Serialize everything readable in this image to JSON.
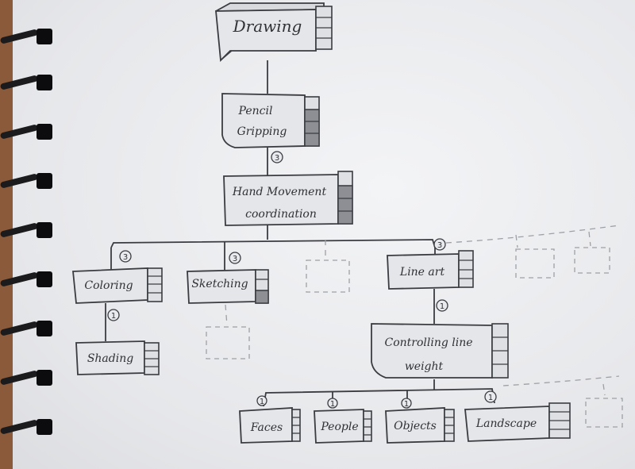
{
  "nodes": {
    "drawing": "Drawing",
    "pencil_gripping_1": "Pencil",
    "pencil_gripping_2": "Gripping",
    "hand_movement_1": "Hand Movement",
    "hand_movement_2": "coordination",
    "coloring": "Coloring",
    "sketching": "Sketching",
    "line_art": "Line art",
    "shading": "Shading",
    "controlling_1": "Controlling line",
    "controlling_2": "weight",
    "faces": "Faces",
    "people": "People",
    "objects": "Objects",
    "landscape": "Landscape"
  },
  "badges": {
    "pencil_to_hand": "3",
    "coloring": "3",
    "sketching": "3",
    "line_art": "3",
    "shading": "1",
    "controlling": "1",
    "faces": "1",
    "people": "1",
    "objects": "1",
    "landscape": "1"
  },
  "colors": {
    "ink": "#3a3c42",
    "paper": "#ecedef",
    "pencil_ghost": "#9da0a6",
    "desk": "#8a5a3a"
  }
}
